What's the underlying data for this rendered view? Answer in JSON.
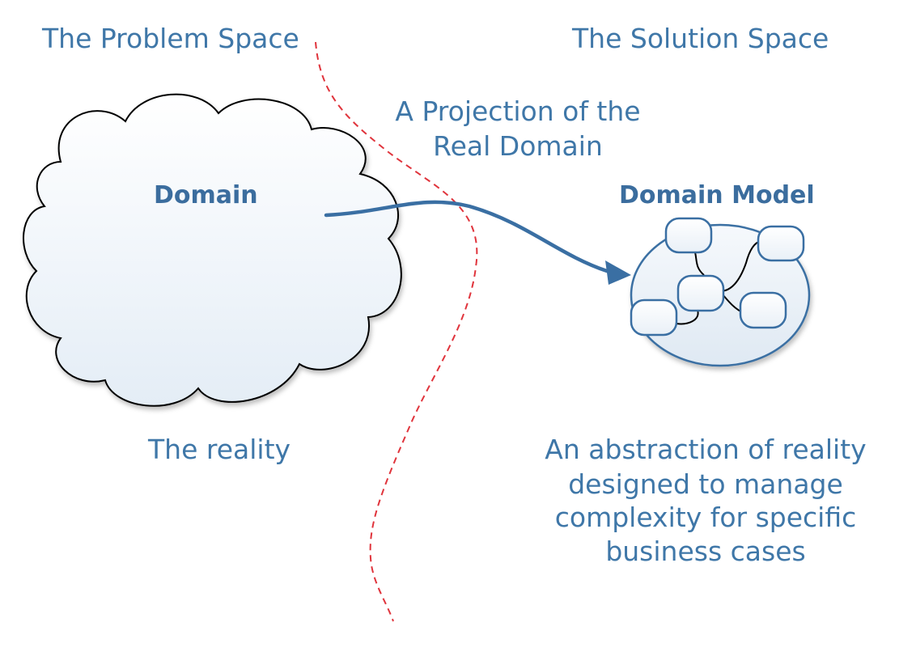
{
  "diagram": {
    "problem_space_label": "The Problem Space",
    "solution_space_label": "The Solution Space",
    "projection_line1": "A Projection of the",
    "projection_line2": "Real Domain",
    "domain_label": "Domain",
    "domain_model_label": "Domain Model",
    "reality_label": "The reality",
    "abstraction_lines": [
      "An abstraction of reality",
      "designed to manage",
      "complexity for specific",
      "business cases"
    ]
  },
  "colors": {
    "text": "#3f77a8",
    "arrow": "#3a6fa3",
    "boundary": "#e0343c",
    "shape_stroke": "#000000",
    "model_stroke": "#3a6fa3",
    "fill_light": "#f3f7fb"
  }
}
